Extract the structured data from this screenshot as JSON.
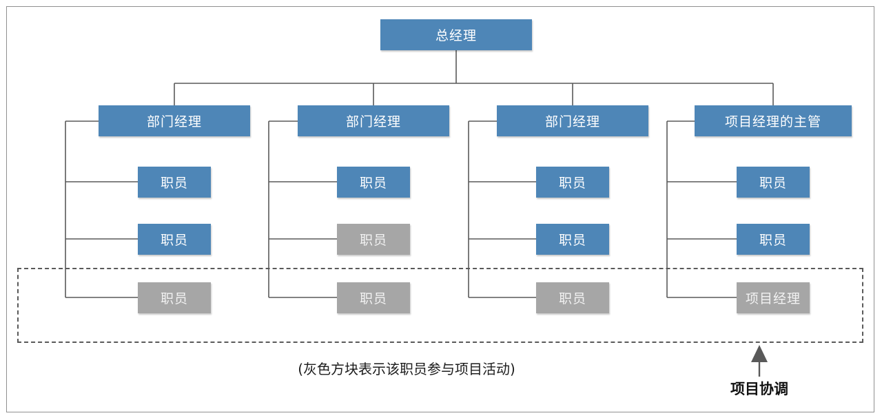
{
  "diagram": {
    "root": {
      "label": "总经理"
    },
    "columns": [
      {
        "manager": {
          "label": "部门经理"
        },
        "staff": [
          {
            "label": "职员",
            "participant": false
          },
          {
            "label": "职员",
            "participant": false
          },
          {
            "label": "职员",
            "participant": true
          }
        ]
      },
      {
        "manager": {
          "label": "部门经理"
        },
        "staff": [
          {
            "label": "职员",
            "participant": false
          },
          {
            "label": "职员",
            "participant": true
          },
          {
            "label": "职员",
            "participant": true
          }
        ]
      },
      {
        "manager": {
          "label": "部门经理"
        },
        "staff": [
          {
            "label": "职员",
            "participant": false
          },
          {
            "label": "职员",
            "participant": false
          },
          {
            "label": "职员",
            "participant": true
          }
        ]
      },
      {
        "manager": {
          "label": "项目经理的主管"
        },
        "staff": [
          {
            "label": "职员",
            "participant": false
          },
          {
            "label": "职员",
            "participant": false
          },
          {
            "label": "项目经理",
            "participant": true
          }
        ]
      }
    ],
    "caption": "(灰色方块表示该职员参与项目活动)",
    "coordination_label": "项目协调",
    "colors": {
      "regular_box": "#4e86b7",
      "participant_box": "#a6a6a6",
      "connector_line": "#595959",
      "box_text": "#ffffff"
    }
  }
}
